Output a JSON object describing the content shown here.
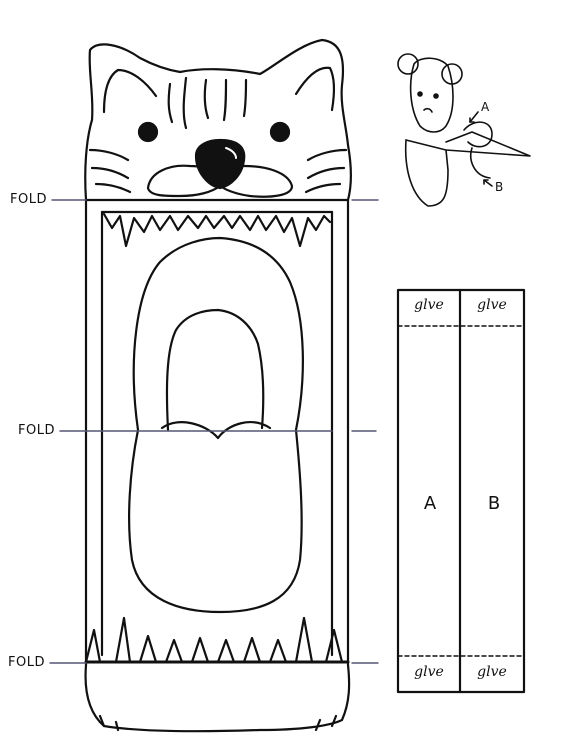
{
  "fold_labels": [
    "FOLD",
    "FOLD",
    "FOLD"
  ],
  "strip": {
    "top_labels": [
      "glve",
      "glve"
    ],
    "bottom_labels": [
      "glve",
      "glve"
    ],
    "columns": [
      "A",
      "B"
    ]
  },
  "diagram": {
    "label_a": "A",
    "label_b": "B"
  },
  "colors": {
    "line": "#111111",
    "fold_line": "#555577",
    "nose": "#111111",
    "background": "#ffffff"
  }
}
